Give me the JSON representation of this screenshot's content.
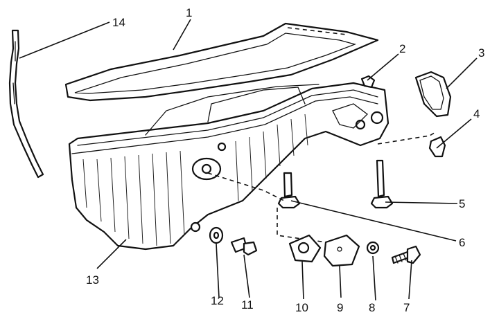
{
  "callouts": [
    {
      "num": "1",
      "part": "oil-pan-gasket"
    },
    {
      "num": "2",
      "part": "clip"
    },
    {
      "num": "3",
      "part": "rear-seal"
    },
    {
      "num": "4",
      "part": "plug"
    },
    {
      "num": "5",
      "part": "long-stud-bolt"
    },
    {
      "num": "6",
      "part": "short-stud-bolt"
    },
    {
      "num": "7",
      "part": "bolt"
    },
    {
      "num": "8",
      "part": "washer"
    },
    {
      "num": "9",
      "part": "cover-plate"
    },
    {
      "num": "10",
      "part": "cover-gasket"
    },
    {
      "num": "11",
      "part": "drain-plug"
    },
    {
      "num": "12",
      "part": "drain-plug-washer"
    },
    {
      "num": "13",
      "part": "oil-pan"
    },
    {
      "num": "14",
      "part": "dipstick"
    }
  ],
  "colors": {
    "line": "#111111",
    "background": "#ffffff"
  }
}
